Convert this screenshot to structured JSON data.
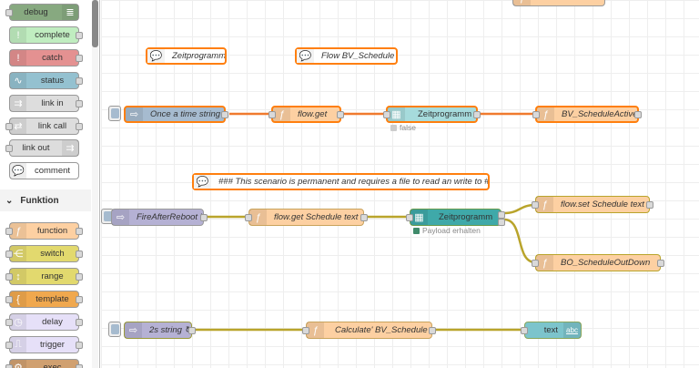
{
  "palette": {
    "nodes": [
      {
        "label": "debug",
        "color": "#87a980",
        "icon": "list-icon"
      },
      {
        "label": "complete",
        "color": "#c0edc0",
        "icon": "exclamation-icon"
      },
      {
        "label": "catch",
        "color": "#e49191",
        "icon": "exclamation-icon"
      },
      {
        "label": "status",
        "color": "#94c1d0",
        "icon": "pulse-icon"
      },
      {
        "label": "link in",
        "color": "#dddddd",
        "icon": "link-in-icon"
      },
      {
        "label": "link call",
        "color": "#dddddd",
        "icon": "link-call-icon"
      },
      {
        "label": "link out",
        "color": "#dddddd",
        "icon": "link-out-icon"
      },
      {
        "label": "comment",
        "color": "#ffffff",
        "icon": "comment-icon"
      }
    ],
    "category": "Funktion",
    "function_nodes": [
      {
        "label": "function",
        "color": "#fdd0a2",
        "icon": "function-icon"
      },
      {
        "label": "switch",
        "color": "#e2d96e",
        "icon": "switch-icon"
      },
      {
        "label": "range",
        "color": "#e2d96e",
        "icon": "range-icon"
      },
      {
        "label": "template",
        "color": "#f0a84e",
        "icon": "template-icon"
      },
      {
        "label": "delay",
        "color": "#e6e0f8",
        "icon": "timer-icon"
      },
      {
        "label": "trigger",
        "color": "#e6e0f8",
        "icon": "trigger-icon"
      },
      {
        "label": "exec",
        "color": "#d0a070",
        "icon": "gear-icon"
      }
    ]
  },
  "flow": {
    "comments": {
      "c1": "Zeitprogramm",
      "c2": "Flow BV_Schedule",
      "c3": "### This scenario is permanent and requires a file to read an write to ###"
    },
    "row1": {
      "inject": "Once a time string '",
      "get": "flow.get",
      "zeit": "Zeitprogramm",
      "zeit_status": "false",
      "active": "BV_ScheduleActive"
    },
    "row2": {
      "inject": "FireAfterReboot '",
      "get": "flow.get Schedule text",
      "zeit": "Zeitprogramm",
      "zeit_status": "Payload erhalten",
      "set": "flow.set Schedule text",
      "out": "BO_ScheduleOutDown"
    },
    "row3": {
      "inject": "2s string ↻",
      "calc": "Calculate' BV_Schedule",
      "text": "text",
      "text_icon": "abc"
    },
    "colors": {
      "inject": "#a6bbcf",
      "function": "#fdd0a2",
      "ui": "#a6dbdc",
      "ui_dark": "#3fa9a9",
      "text_ui": "#7cc4cc",
      "wire_selected": "#f07a2e",
      "wire": "#b9a42b"
    }
  }
}
